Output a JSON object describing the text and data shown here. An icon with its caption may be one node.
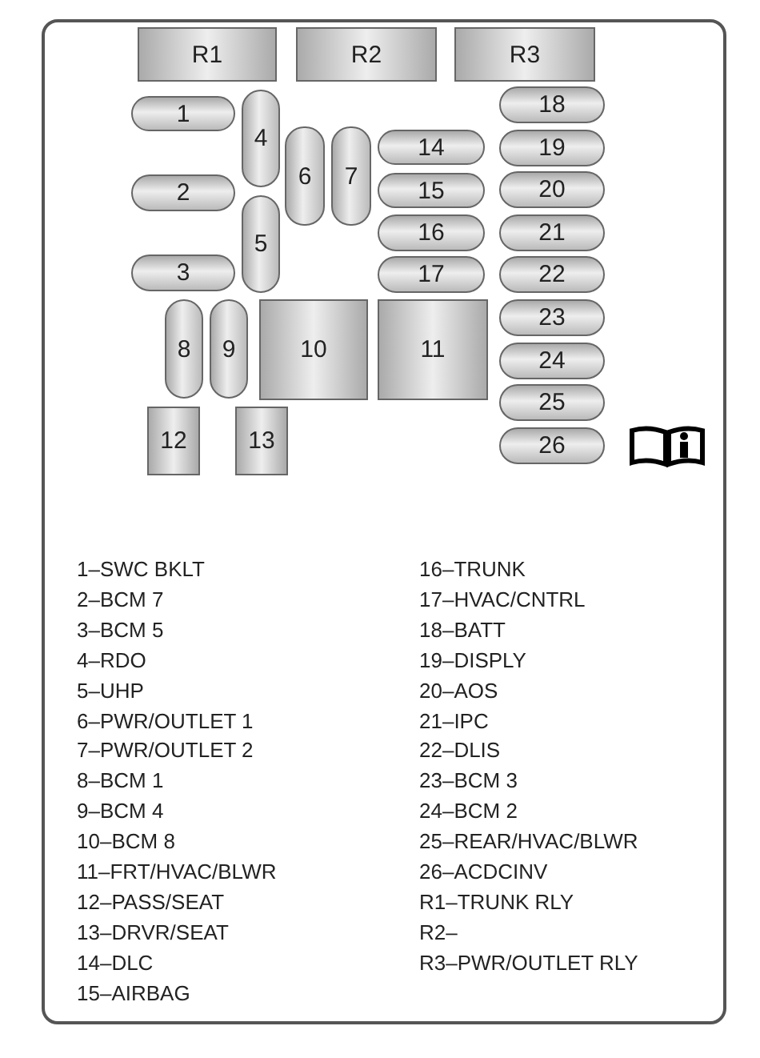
{
  "diagram": {
    "nodes": [
      {
        "text": [
          "R1"
        ]
      },
      {
        "text": [
          "R2"
        ]
      },
      {
        "text": [
          "R3"
        ]
      },
      {
        "text": [
          "1"
        ]
      },
      {
        "text": [
          "2"
        ]
      },
      {
        "text": [
          "3"
        ]
      },
      {
        "text": [
          "4"
        ]
      },
      {
        "text": [
          "5"
        ]
      },
      {
        "text": [
          "6"
        ]
      },
      {
        "text": [
          "7"
        ]
      },
      {
        "text": [
          "8"
        ]
      },
      {
        "text": [
          "9"
        ]
      },
      {
        "text": [
          "10"
        ]
      },
      {
        "text": [
          "11"
        ]
      },
      {
        "text": [
          "12"
        ]
      },
      {
        "text": [
          "13"
        ]
      },
      {
        "text": [
          "14"
        ]
      },
      {
        "text": [
          "15"
        ]
      },
      {
        "text": [
          "16"
        ]
      },
      {
        "text": [
          "17"
        ]
      },
      {
        "text": [
          "18"
        ]
      },
      {
        "text": [
          "19"
        ]
      },
      {
        "text": [
          "20"
        ]
      },
      {
        "text": [
          "21"
        ]
      },
      {
        "text": [
          "22"
        ]
      },
      {
        "text": [
          "23"
        ]
      },
      {
        "text": [
          "24"
        ]
      },
      {
        "text": [
          "25"
        ]
      },
      {
        "text": [
          "26"
        ]
      }
    ],
    "edges": [],
    "labels": [
      "1–SWC BKLT",
      "2–BCM 7",
      "3–BCM 5",
      "4–RDO",
      "5–UHP",
      "6–PWR/OUTLET 1",
      "7–PWR/OUTLET 2",
      "8–BCM 1",
      "9–BCM 4",
      "10–BCM 8",
      "11–FRT/HVAC/BLWR",
      "12–PASS/SEAT",
      "13–DRVR/SEAT",
      "14–DLC",
      "15–AIRBAG",
      "16–TRUNK",
      "17–HVAC/CNTRL",
      "18–BATT",
      "19–DISPLY",
      "20–AOS",
      "21–IPC",
      "22–DLIS",
      "23–BCM 3",
      "24–BCM 2",
      "25–REAR/HVAC/BLWR",
      "26–ACDCINV",
      "R1–TRUNK RLY",
      "R2–",
      "R3–PWR/OUTLET RLY"
    ]
  }
}
